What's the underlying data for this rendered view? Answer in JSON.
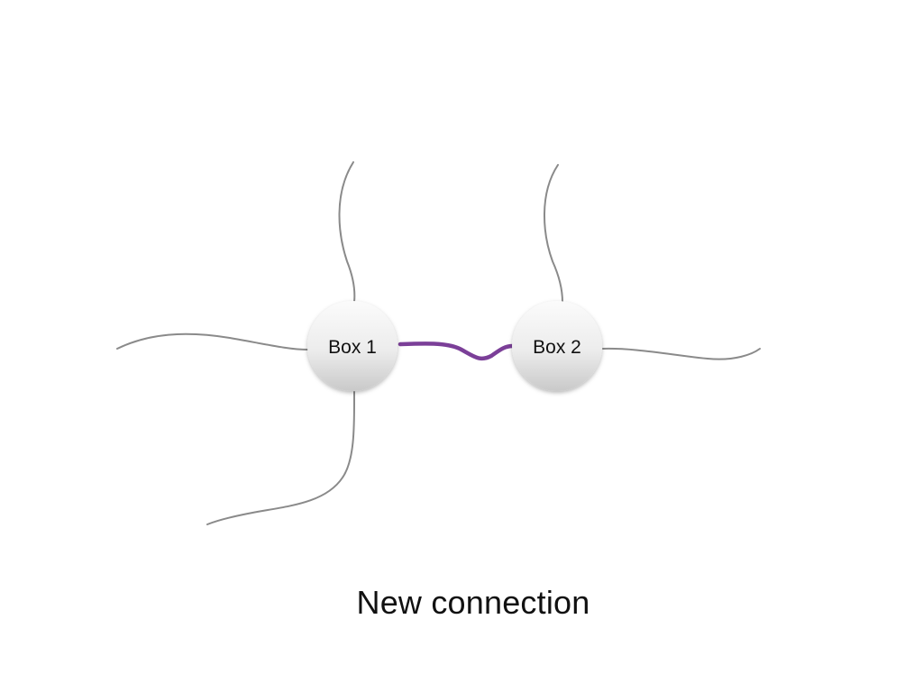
{
  "caption": "New connection",
  "nodes": [
    {
      "id": "box-1",
      "label": "Box 1"
    },
    {
      "id": "box-2",
      "label": "Box 2"
    }
  ],
  "connections": [
    {
      "from": "box-1",
      "to": "box-2",
      "style": "new",
      "color": "#7b3f98"
    }
  ],
  "colors": {
    "new_connection": "#7b3f98",
    "existing_line": "#8a8a8a",
    "node_fill_light": "#fafafa",
    "node_fill_dark": "#cfcfcf",
    "text": "#111111"
  }
}
